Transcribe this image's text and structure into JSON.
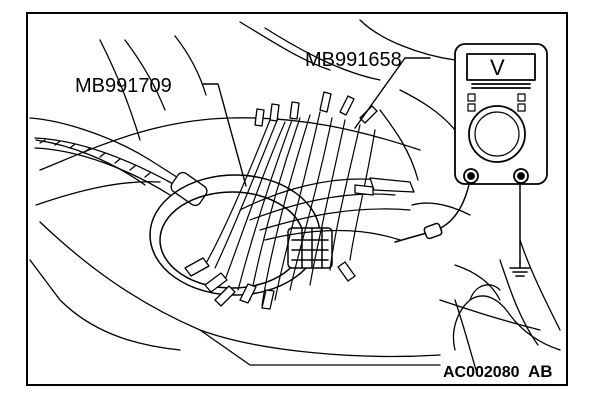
{
  "figure": {
    "callouts": [
      {
        "id": "adapter-left",
        "text": "MB991709"
      },
      {
        "id": "adapter-right",
        "text": "MB991658"
      }
    ],
    "meter": {
      "display_symbol": "V",
      "ground_symbol": "ground-icon"
    },
    "figure_code": {
      "main": "AC002080",
      "suffix": "AB"
    },
    "colors": {
      "ink": "#000000",
      "paper": "#ffffff"
    }
  }
}
